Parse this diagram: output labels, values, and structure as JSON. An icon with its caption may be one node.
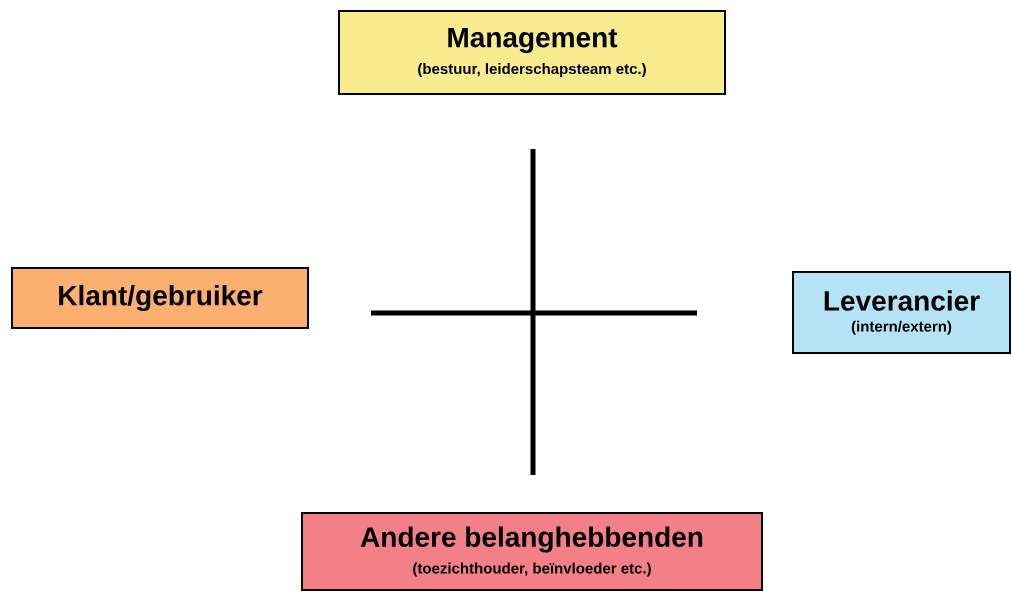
{
  "diagram": {
    "nodes": [
      {
        "text": [
          "Management",
          "(bestuur, leiderschapsteam etc.)"
        ]
      },
      {
        "text": [
          "Klant/gebruiker"
        ]
      },
      {
        "text": [
          "Leverancier",
          "(intern/extern)"
        ]
      },
      {
        "text": [
          "Andere belanghebbenden",
          "(toezichthouder, beïnvloeder etc.)"
        ]
      }
    ]
  }
}
